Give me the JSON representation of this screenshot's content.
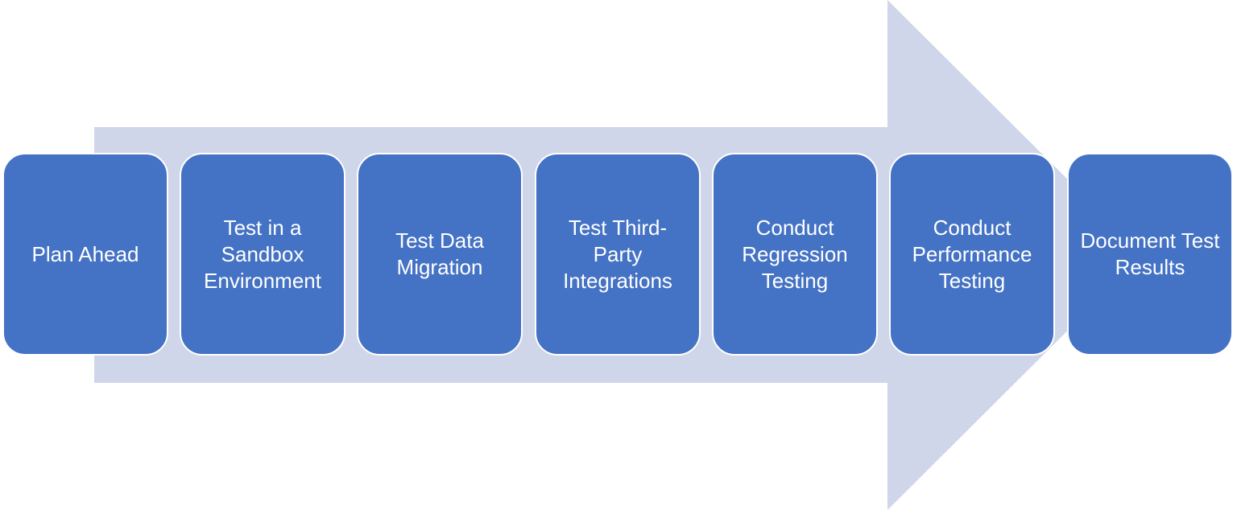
{
  "colors": {
    "arrow": "#d0d6ea",
    "step_fill": "#4472c4",
    "step_border": "#ffffff",
    "step_text": "#ffffff"
  },
  "steps": [
    {
      "label": "Plan Ahead"
    },
    {
      "label": "Test in a Sandbox Environment"
    },
    {
      "label": "Test Data Migration"
    },
    {
      "label": "Test Third-Party Integrations"
    },
    {
      "label": "Conduct Regression Testing"
    },
    {
      "label": "Conduct Performance Testing"
    },
    {
      "label": "Document Test Results"
    }
  ]
}
